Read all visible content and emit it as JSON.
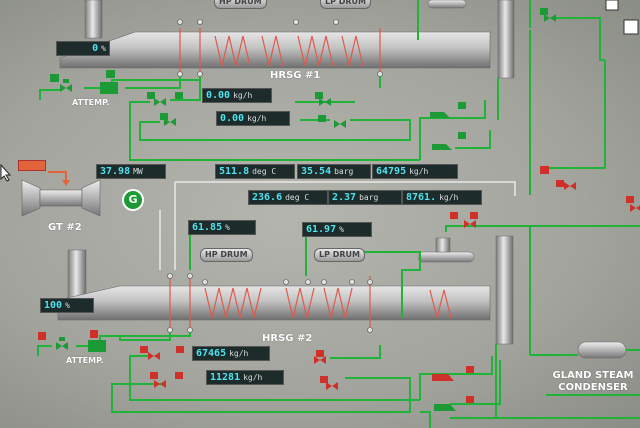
{
  "hrsg1": {
    "title": "HRSG #1",
    "stack_pct": {
      "value": "0",
      "unit": "%"
    },
    "attemp_label": "ATTEMP.",
    "flow1": {
      "value": "0.00",
      "unit": "kg/h"
    },
    "flow2": {
      "value": "0.00",
      "unit": "kg/h"
    },
    "hp_drum_label": "HP DRUM",
    "lp_drum_label": "LP DRUM"
  },
  "gt2": {
    "title": "GT #2",
    "mw": {
      "value": "37.98",
      "unit": "MW"
    },
    "badge": "G"
  },
  "hp_header": {
    "temp": {
      "value": "511.8",
      "unit": "deg C"
    },
    "press": {
      "value": "35.54",
      "unit": "barg"
    },
    "flow": {
      "value": "64795",
      "unit": "kg/h"
    }
  },
  "lp_header": {
    "temp": {
      "value": "236.6",
      "unit": "deg C"
    },
    "press": {
      "value": "2.37",
      "unit": "barg"
    },
    "flow": {
      "value": "8761.",
      "unit": "kg/h"
    }
  },
  "hrsg2": {
    "title": "HRSG #2",
    "stack_pct": {
      "value": "100",
      "unit": "%"
    },
    "hp_level": {
      "value": "61.85",
      "unit": "%"
    },
    "lp_level": {
      "value": "61.97",
      "unit": "%"
    },
    "hp_drum_label": "HP DRUM",
    "lp_drum_label": "LP DRUM",
    "attemp_label": "ATTEMP.",
    "hp_flow": {
      "value": "67465",
      "unit": "kg/h"
    },
    "lp_flow": {
      "value": "11281",
      "unit": "kg/h"
    }
  },
  "condenser": {
    "line1": "GLAND STEAM",
    "line2": "CONDENSER"
  },
  "colors": {
    "pipe": "#1fb437",
    "tube": "#e0584a",
    "valve_open": "#1c9a35",
    "valve_closed": "#d0302a",
    "readout_bg": "#1d2b2a",
    "value": "#4fe2ef"
  }
}
